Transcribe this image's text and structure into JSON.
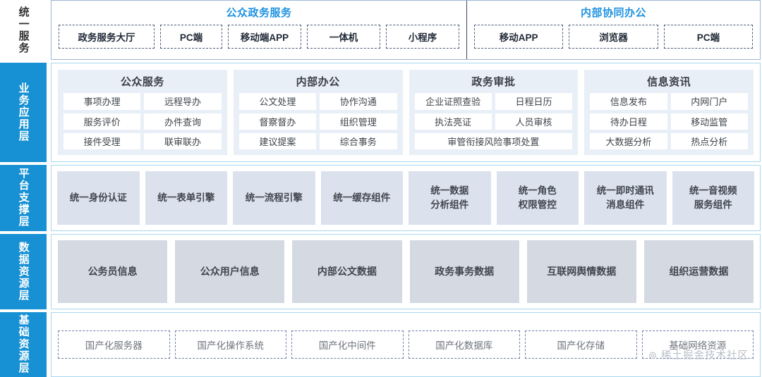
{
  "colors": {
    "sidebar_blue": "#1791d4",
    "accent_title_blue": "#1f93e0",
    "group_bg": "#e9eff7",
    "platform_cell_bg": "#dbe2ee",
    "data_cell_bg": "#d4d9e2",
    "dashed_border": "#4a5a78",
    "outer_border": "#9fb7d4"
  },
  "sidebar": {
    "items": [
      {
        "label": "统一服务",
        "style": "plain"
      },
      {
        "label": "业务应用层",
        "style": "blue"
      },
      {
        "label": "平台支撑层",
        "style": "blue"
      },
      {
        "label": "数据资源层",
        "style": "blue"
      },
      {
        "label": "基础资源层",
        "style": "blue"
      }
    ]
  },
  "access_layer": {
    "panels": [
      {
        "title": "公众政务服务",
        "channels": [
          "政务服务大厅",
          "PC端",
          "移动端APP",
          "一体机",
          "小程序"
        ]
      },
      {
        "title": "内部协同办公",
        "channels": [
          "移动APP",
          "浏览器",
          "PC端"
        ]
      }
    ]
  },
  "business_layer": {
    "groups": [
      {
        "title": "公众服务",
        "rows": [
          [
            "事项办理",
            "远程导办"
          ],
          [
            "服务评价",
            "办件查询"
          ],
          [
            "接件受理",
            "联审联办"
          ]
        ]
      },
      {
        "title": "内部办公",
        "rows": [
          [
            "公文处理",
            "协作沟通"
          ],
          [
            "督察督办",
            "组织管理"
          ],
          [
            "建议提案",
            "综合事务"
          ]
        ]
      },
      {
        "title": "政务审批",
        "rows": [
          [
            "企业证照查验",
            "日程日历"
          ],
          [
            "执法亮证",
            "人员审核"
          ],
          [
            "审管衔接风险事项处置"
          ]
        ]
      },
      {
        "title": "信息资讯",
        "rows": [
          [
            "信息发布",
            "内网门户"
          ],
          [
            "待办日程",
            "移动监管"
          ],
          [
            "大数据分析",
            "热点分析"
          ]
        ]
      }
    ]
  },
  "platform_layer": {
    "components": [
      "统一身份认证",
      "统一表单引擎",
      "统一流程引擎",
      "统一缓存组件",
      "统一数据\n分析组件",
      "统一角色\n权限管控",
      "统一即时通讯\n消息组件",
      "统一音视频\n服务组件"
    ]
  },
  "data_layer": {
    "resources": [
      "公务员信息",
      "公众用户信息",
      "内部公文数据",
      "政务事务数据",
      "互联网舆情数据",
      "组织运营数据"
    ]
  },
  "infrastructure_layer": {
    "resources": [
      "国产化服务器",
      "国产化操作系统",
      "国产化中间件",
      "国产化数据库",
      "国产化存储",
      "基础网络资源"
    ]
  },
  "watermark": {
    "text": "⊚ 稀土掘金技术社区"
  }
}
